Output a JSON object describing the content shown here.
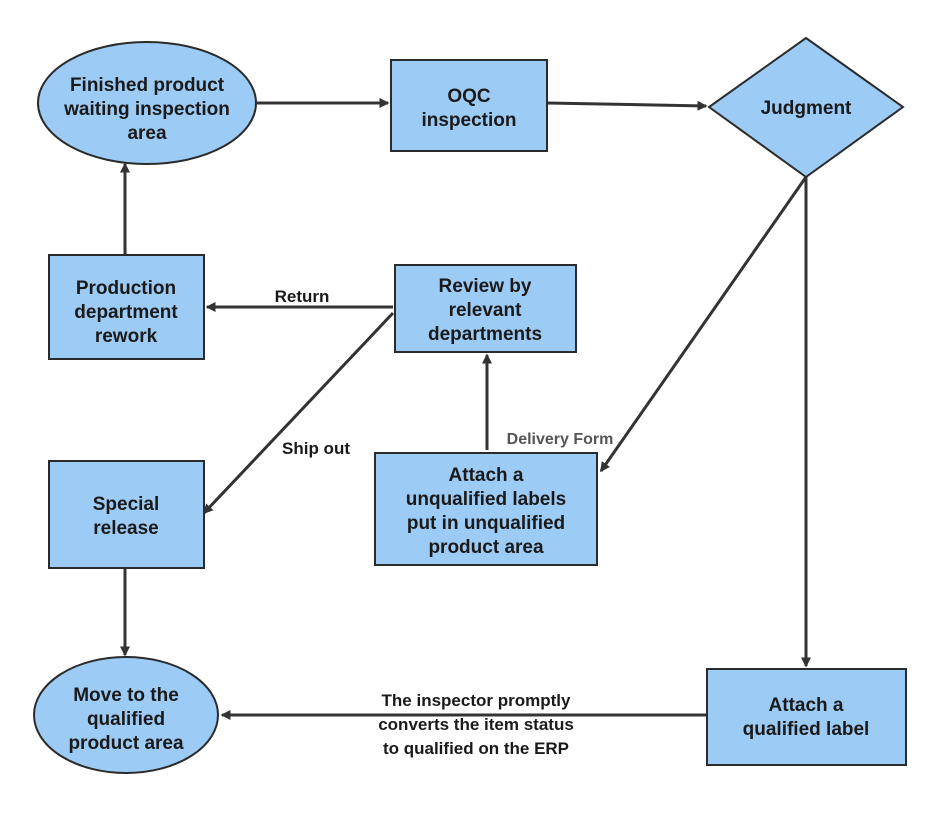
{
  "colors": {
    "node_fill": "#9ccbf6",
    "node_stroke": "#2b2b2b",
    "arrow": "#333333",
    "text": "#1a1a1a"
  },
  "nodes": {
    "finished_product_area": {
      "shape": "ellipse",
      "lines": [
        "Finished product",
        "waiting inspection",
        "area"
      ]
    },
    "oqc_inspection": {
      "shape": "rectangle",
      "lines": [
        "OQC",
        "inspection"
      ]
    },
    "judgment": {
      "shape": "diamond",
      "lines": [
        "Judgment"
      ]
    },
    "production_rework": {
      "shape": "rectangle",
      "lines": [
        "Production",
        "department",
        "rework"
      ]
    },
    "review_departments": {
      "shape": "rectangle",
      "lines": [
        "Review by",
        "relevant",
        "departments"
      ]
    },
    "special_release": {
      "shape": "rectangle",
      "lines": [
        "Special",
        "release"
      ]
    },
    "unqualified_labels": {
      "shape": "rectangle",
      "lines": [
        "Attach a",
        "unqualified labels",
        "put in unqualified",
        "product area"
      ]
    },
    "qualified_area": {
      "shape": "ellipse",
      "lines": [
        "Move to the",
        "qualified",
        "product area"
      ]
    },
    "qualified_label": {
      "shape": "rectangle",
      "lines": [
        "Attach a",
        "qualified label"
      ]
    }
  },
  "edges": {
    "return_label": "Return",
    "ship_out_label": "Ship out",
    "delivery_form_label": "Delivery Form",
    "erp_label_lines": [
      "The inspector promptly",
      "converts the item status",
      "to qualified on the ERP"
    ]
  }
}
